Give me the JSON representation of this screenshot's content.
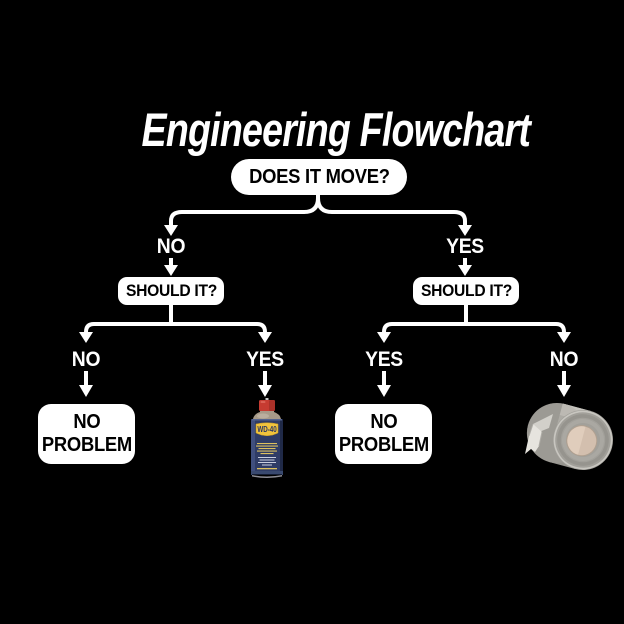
{
  "title": "Engineering Flowchart",
  "flowchart": {
    "root_question": "DOES IT MOVE?",
    "level1": {
      "no": "NO",
      "yes": "YES"
    },
    "left_branch": {
      "question": "SHOULD IT?",
      "no": "NO",
      "yes": "YES",
      "no_outcome": "NO PROBLEM",
      "yes_outcome_icon": "wd40-can"
    },
    "right_branch": {
      "question": "SHOULD IT?",
      "yes": "YES",
      "no": "NO",
      "yes_outcome": "NO PROBLEM",
      "no_outcome_icon": "duct-tape-roll"
    }
  },
  "wd40_can": {
    "brand_text": "WD-40"
  },
  "colors": {
    "background": "#000000",
    "line": "#ffffff",
    "node_bg": "#ffffff",
    "node_text": "#000000",
    "wd40_cap_red": "#c63b31",
    "wd40_body_blue": "#2f3c66",
    "wd40_shield_yellow": "#f1c33c",
    "tape_gray": "#a2a09a",
    "tape_core_tan": "#e0cdbc"
  }
}
